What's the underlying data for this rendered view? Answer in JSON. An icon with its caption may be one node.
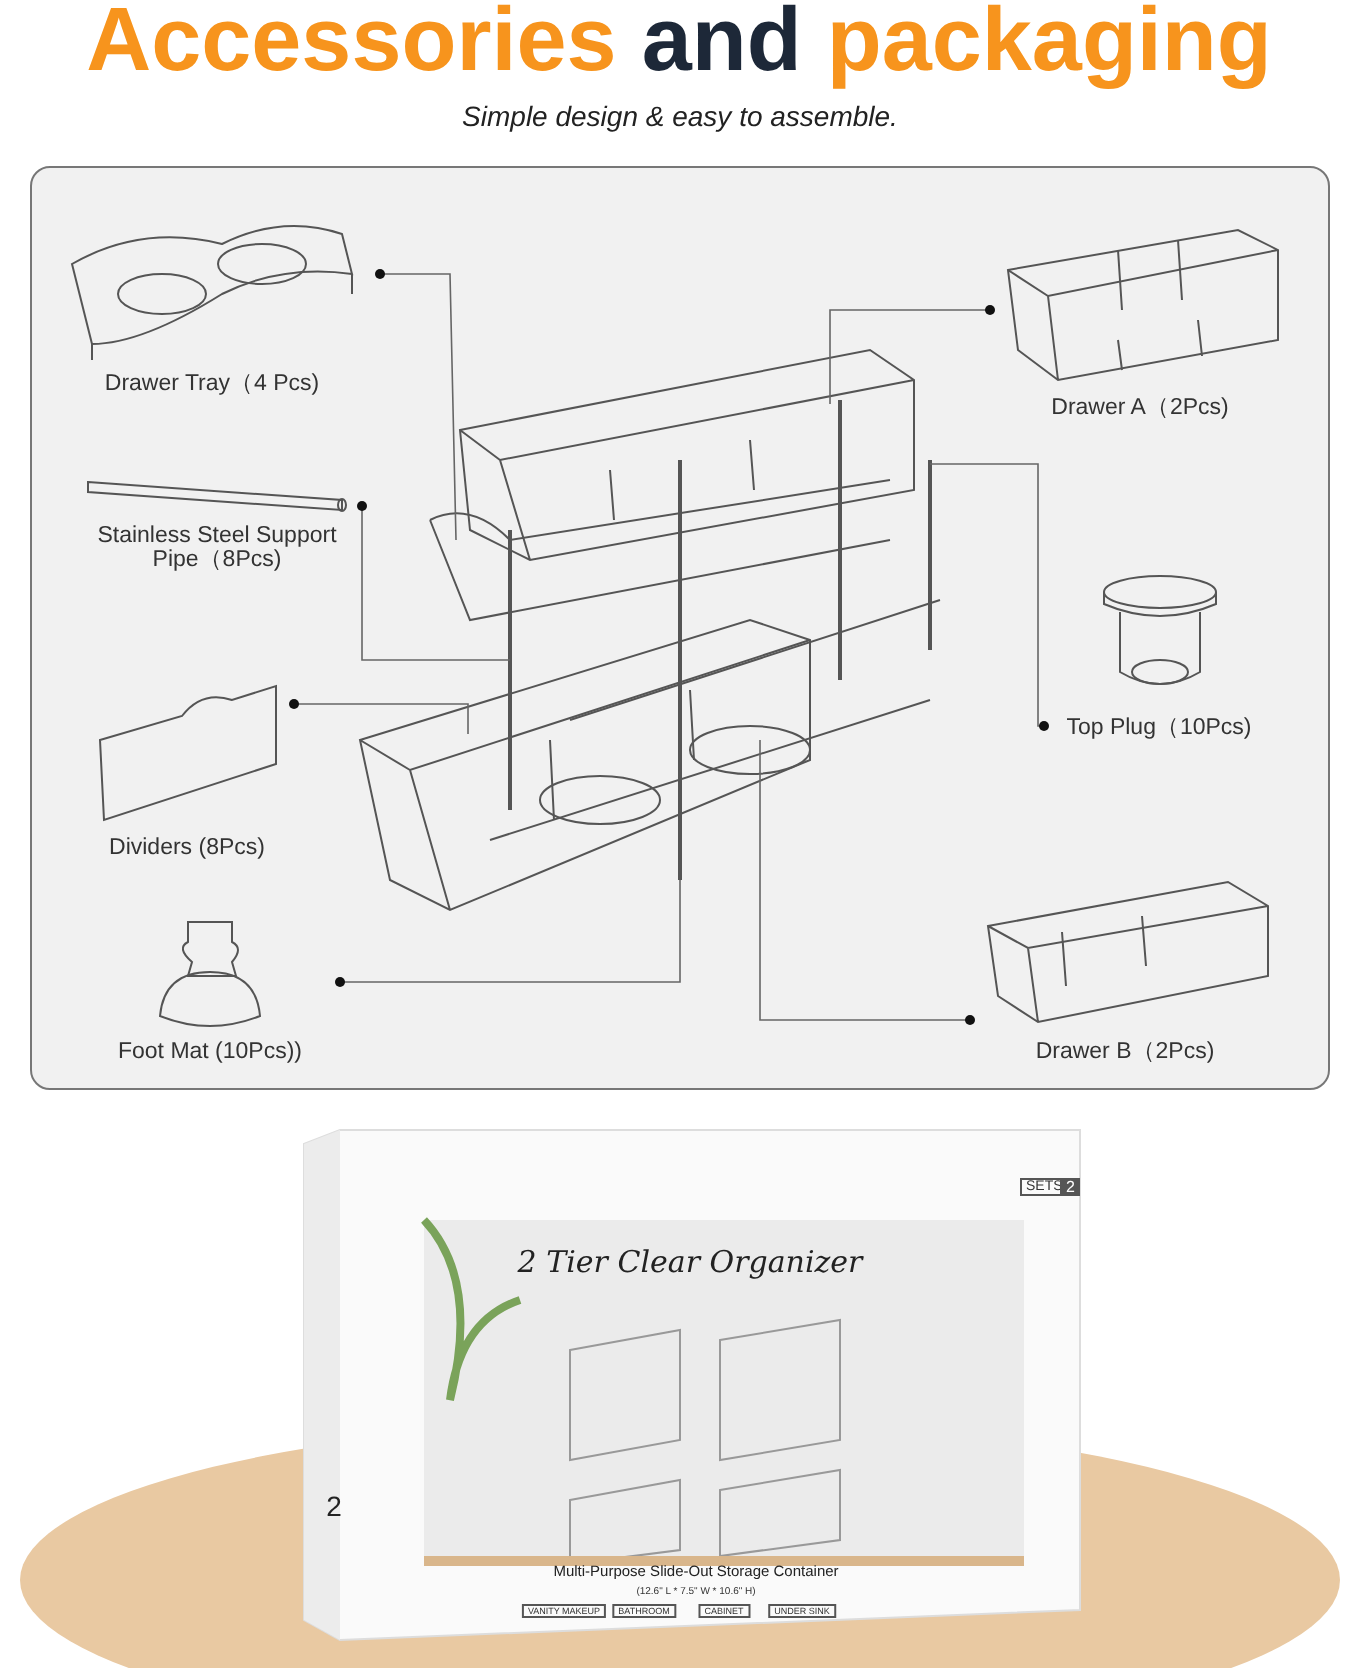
{
  "diagram": {
    "title": "Accessories and packaging",
    "nodes": [
      {
        "text": [
          "Drawer Tray（4 Pcs)"
        ]
      },
      {
        "text": [
          "Drawer A（2Pcs)"
        ]
      },
      {
        "text": [
          "Stainless Steel Support Pipe（8Pcs)"
        ]
      },
      {
        "text": [
          "Top Plug（10Pcs)"
        ]
      },
      {
        "text": [
          "Dividers (8Pcs)"
        ]
      },
      {
        "text": [
          "Drawer B（2Pcs)"
        ]
      },
      {
        "text": [
          "Foot Mat (10Pcs))"
        ]
      }
    ],
    "edges": [
      {
        "from": 0,
        "to": null,
        "arrow": "other"
      },
      {
        "from": 1,
        "to": null,
        "arrow": "other"
      },
      {
        "from": 2,
        "to": null,
        "arrow": "other"
      },
      {
        "from": 3,
        "to": null,
        "arrow": "other"
      },
      {
        "from": 4,
        "to": null,
        "arrow": "other"
      },
      {
        "from": 5,
        "to": null,
        "arrow": "other"
      },
      {
        "from": 6,
        "to": null,
        "arrow": "other"
      }
    ],
    "labels": [
      "Simple design & easy to assemble.",
      "2 Tier Clear Organizer",
      "SETS",
      "2",
      "Multi-Purpose Slide-Out Storage Container",
      "(12.6\" L * 7.5\" W * 10.6\" H)",
      "VANITY MAKEUP",
      "BATHROOM",
      "CABINET",
      "UNDER SINK",
      "2"
    ]
  }
}
